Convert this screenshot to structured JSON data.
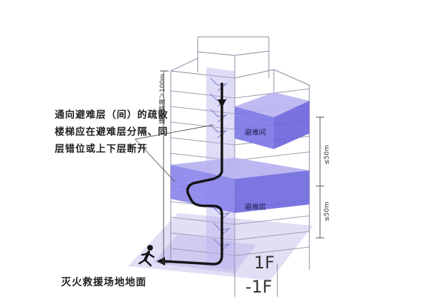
{
  "annotations": {
    "stair_note_line1": "通向避难层（间）的疏散",
    "stair_note_line2": "楼梯应在避难层分隔、同",
    "stair_note_line3": "层错位或上下层断开",
    "ground_label": "灭火救援场地地面",
    "refuge_room": "避难间",
    "refuge_floor": "避难层",
    "height_label": "建筑高度＞100m",
    "spacing_upper": "≤50m",
    "spacing_lower": "≤50m",
    "floor_1f": "1F",
    "floor_b1": "-1F"
  },
  "colors": {
    "refuge_fill": "#6f6fe0",
    "outline": "#8a8aa0",
    "path": "#1a1a1a",
    "ground": "#d8d4f2"
  }
}
